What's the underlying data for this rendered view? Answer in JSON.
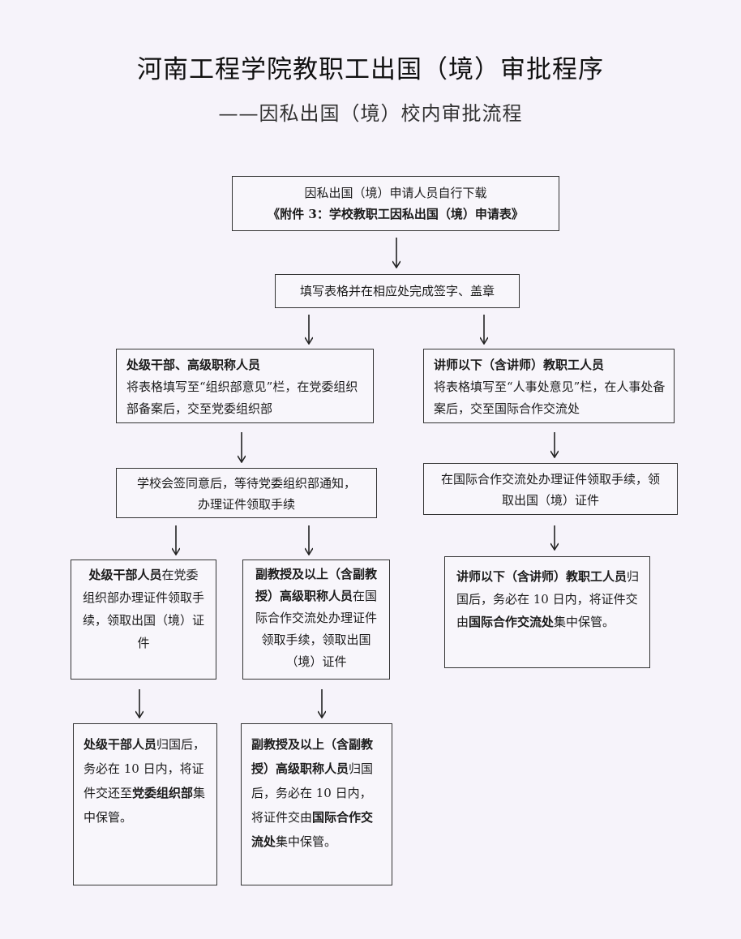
{
  "title": "河南工程学院教职工出国（境）审批程序",
  "subtitle": "——因私出国（境）校内审批流程",
  "nodes": {
    "download": {
      "line1": "因私出国（境）申请人员自行下载",
      "line2": "《附件 3：学校教职工因私出国（境）申请表》"
    },
    "fill_form": {
      "text": "填写表格并在相应处完成签字、盖章"
    },
    "cadre_senior": {
      "head": "处级干部、高级职称人员",
      "text": "将表格填写至“组织部意见”栏，在党委组织部备案后，交至党委组织部"
    },
    "lecturer": {
      "head": "讲师以下（含讲师）教职工人员",
      "text": "将表格填写至“人事处意见”栏，在人事处备案后，交至国际合作交流处"
    },
    "school_approve": {
      "text": "学校会签同意后，等待党委组织部通知，办理证件领取手续"
    },
    "intl_office_cert": {
      "text": "在国际合作交流处办理证件领取手续，领取出国（境）证件"
    },
    "cadre_cert": {
      "head": "处级干部人员",
      "text": "在党委组织部办理证件领取手续，领取出国（境）证件"
    },
    "assoc_prof_cert": {
      "head": "副教授及以上（含副教授）高级职称人员",
      "text": "在国际合作交流处办理证件领取手续，领取出国（境）证件"
    },
    "lecturer_return": {
      "head": "讲师以下（含讲师）教职工人员",
      "text1": "归国后，务必在 10 日内，将证件交由",
      "bold": "国际合作交流处",
      "text2": "集中保管。"
    },
    "cadre_return": {
      "head": "处级干部人员",
      "text1": "归国后，务必在 10 日内，将证件交还至",
      "bold": "党委组织部",
      "text2": "集中保管。"
    },
    "assoc_return": {
      "head": "副教授及以上（含副教授）高级职称人员",
      "text1": "归国后，务必在 10 日内，将证件交由",
      "bold": "国际合作交流处",
      "text2": "集中保管。"
    }
  }
}
